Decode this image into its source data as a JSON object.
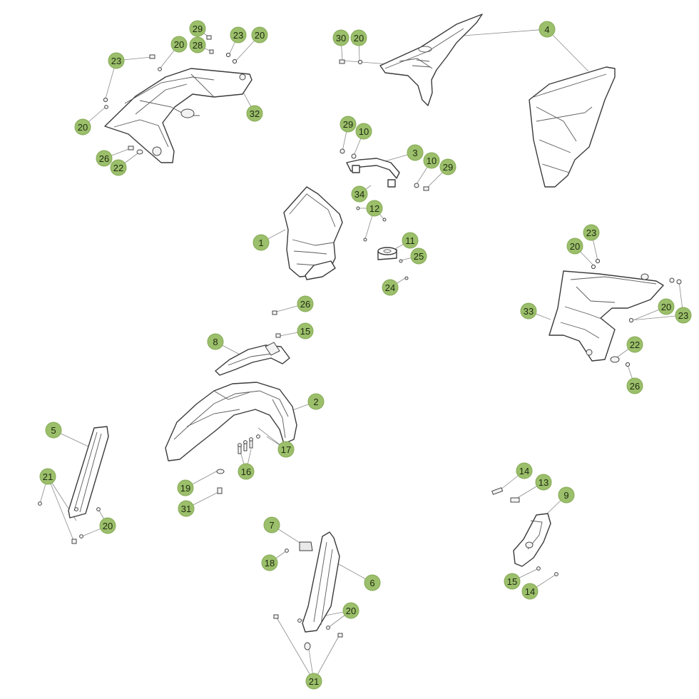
{
  "diagram": {
    "type": "exploded-parts-diagram",
    "callout_color": "#9bbf6a",
    "line_color": "#3a3a3a",
    "parts": [
      {
        "id": "shroud-left",
        "ref": "32"
      },
      {
        "id": "number-plate-top",
        "ref": "4"
      },
      {
        "id": "side-panel-right",
        "ref": "4"
      },
      {
        "id": "headlight-bracket",
        "ref": "3"
      },
      {
        "id": "headlight-mask",
        "ref": "1"
      },
      {
        "id": "headlight-cap",
        "ref": "11"
      },
      {
        "id": "shroud-right",
        "ref": "33"
      },
      {
        "id": "fender-bracket",
        "ref": "8"
      },
      {
        "id": "front-fender",
        "ref": "2"
      },
      {
        "id": "fork-guard-left",
        "ref": "5"
      },
      {
        "id": "fork-guard-right",
        "ref": "6"
      },
      {
        "id": "chain-slider",
        "ref": "9"
      }
    ],
    "callouts": [
      {
        "label": "29"
      },
      {
        "label": "28"
      },
      {
        "label": "23"
      },
      {
        "label": "20"
      },
      {
        "label": "20"
      },
      {
        "label": "23"
      },
      {
        "label": "20"
      },
      {
        "label": "32"
      },
      {
        "label": "26"
      },
      {
        "label": "22"
      },
      {
        "label": "30"
      },
      {
        "label": "20"
      },
      {
        "label": "4"
      },
      {
        "label": "29"
      },
      {
        "label": "10"
      },
      {
        "label": "3"
      },
      {
        "label": "10"
      },
      {
        "label": "29"
      },
      {
        "label": "34"
      },
      {
        "label": "12"
      },
      {
        "label": "1"
      },
      {
        "label": "11"
      },
      {
        "label": "25"
      },
      {
        "label": "24"
      },
      {
        "label": "23"
      },
      {
        "label": "20"
      },
      {
        "label": "33"
      },
      {
        "label": "20"
      },
      {
        "label": "23"
      },
      {
        "label": "22"
      },
      {
        "label": "26"
      },
      {
        "label": "26"
      },
      {
        "label": "15"
      },
      {
        "label": "8"
      },
      {
        "label": "2"
      },
      {
        "label": "17"
      },
      {
        "label": "16"
      },
      {
        "label": "19"
      },
      {
        "label": "31"
      },
      {
        "label": "5"
      },
      {
        "label": "21"
      },
      {
        "label": "20"
      },
      {
        "label": "14"
      },
      {
        "label": "13"
      },
      {
        "label": "9"
      },
      {
        "label": "15"
      },
      {
        "label": "14"
      },
      {
        "label": "7"
      },
      {
        "label": "18"
      },
      {
        "label": "6"
      },
      {
        "label": "20"
      },
      {
        "label": "21"
      }
    ]
  }
}
